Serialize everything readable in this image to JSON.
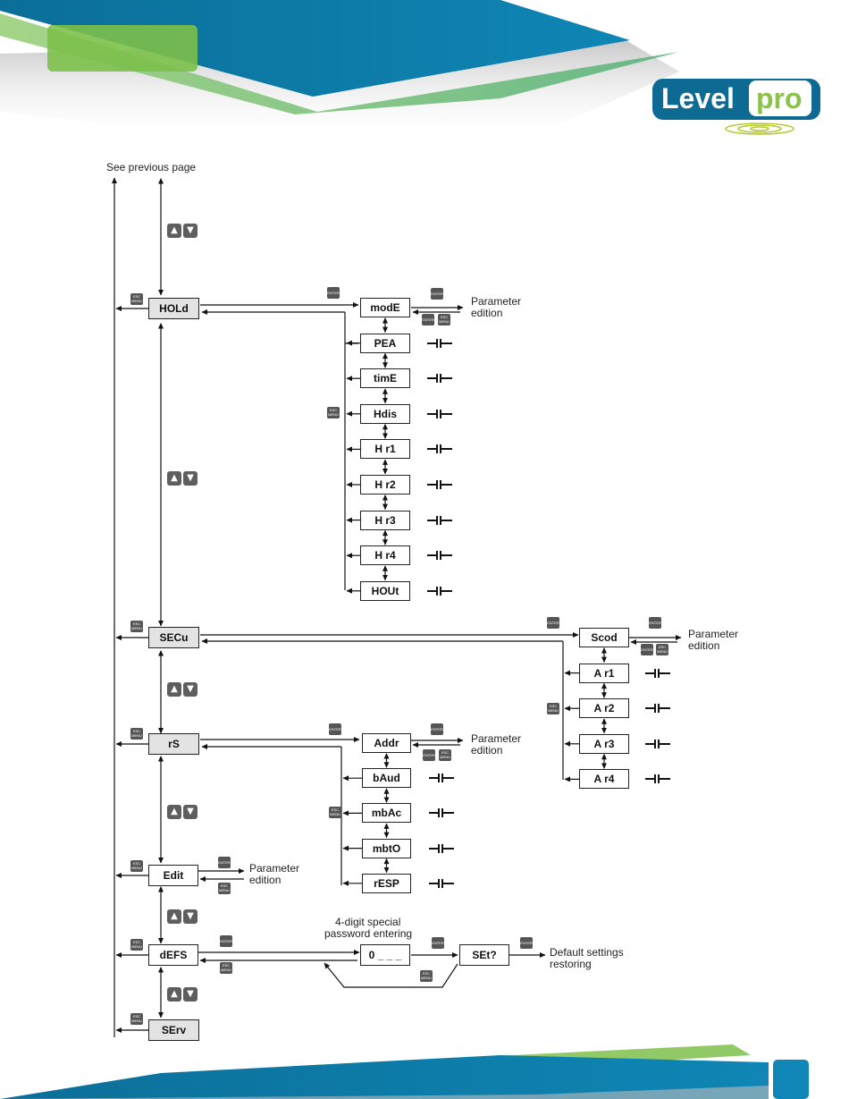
{
  "brand": {
    "part1": "Level",
    "part2": "pro",
    "accent": "#0a6e99",
    "green": "#7cb342"
  },
  "page_number": "",
  "previous_label": "See previous page",
  "menus": {
    "hold": "HOLd",
    "secu": "SECu",
    "rs": "rS",
    "edit": "Edit",
    "defs": "dEFS",
    "serv": "SErv"
  },
  "hold_items": [
    "modE",
    "PEA",
    "timE",
    "Hdis",
    "H r1",
    "H r2",
    "H r3",
    "H r4",
    "HOUt"
  ],
  "secu_items": [
    "Scod",
    "A r1",
    "A r2",
    "A r3",
    "A r4"
  ],
  "rs_items": [
    "Addr",
    "bAud",
    "mbAc",
    "mbtO",
    "rESP"
  ],
  "defs_flow": {
    "password": "0 _ _ _",
    "set": "SEt?",
    "note": [
      "4-digit special",
      "password entering"
    ],
    "result": [
      "Default settings",
      "restoring"
    ]
  },
  "param_edition": [
    "Parameter",
    "edition"
  ],
  "keys": {
    "esc": "ESC",
    "menu": "MENU",
    "enter": "ENTER"
  },
  "nav_icons": {
    "up": "▲",
    "down": "▼"
  }
}
